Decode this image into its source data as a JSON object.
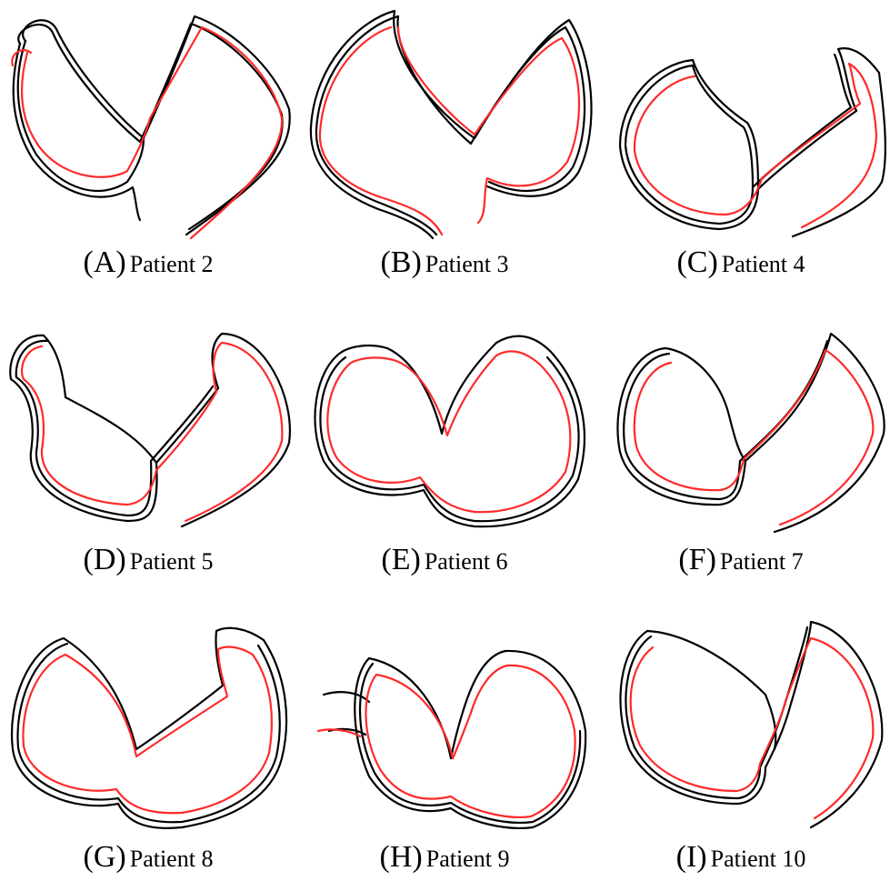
{
  "panels": [
    {
      "letter": "(A)",
      "label": "Patient 2"
    },
    {
      "letter": "(B)",
      "label": "Patient 3"
    },
    {
      "letter": "(C)",
      "label": "Patient 4"
    },
    {
      "letter": "(D)",
      "label": "Patient 5"
    },
    {
      "letter": "(E)",
      "label": "Patient 6"
    },
    {
      "letter": "(F)",
      "label": "Patient 7"
    },
    {
      "letter": "(G)",
      "label": "Patient 8"
    },
    {
      "letter": "(H)",
      "label": "Patient 9"
    },
    {
      "letter": "(I)",
      "label": "Patient 10"
    }
  ],
  "colors": {
    "reference_contour": "#000000",
    "predicted_contour": "#ff2a2a",
    "background": "#ffffff"
  }
}
